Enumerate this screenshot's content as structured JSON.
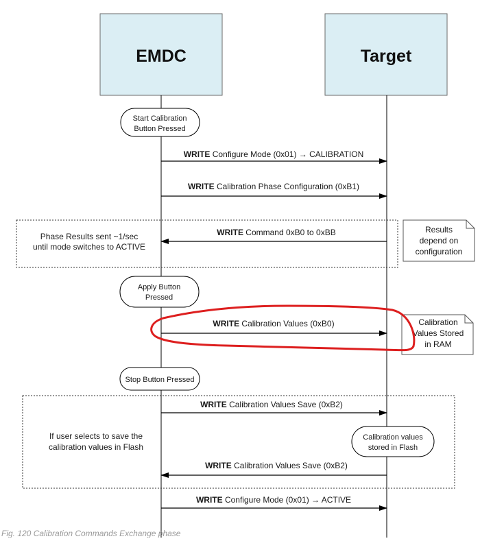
{
  "participants": [
    {
      "id": "emdc",
      "label": "EMDC"
    },
    {
      "id": "target",
      "label": "Target"
    }
  ],
  "messages": [
    {
      "keyword": "WRITE",
      "text": " Configure Mode (0x01) → CALIBRATION",
      "direction": "right"
    },
    {
      "keyword": "WRITE",
      "text": " Calibration Phase Configuration  (0xB1)",
      "direction": "right"
    },
    {
      "keyword": "WRITE",
      "text": " Command 0xB0 to 0xBB",
      "direction": "left"
    },
    {
      "keyword": "WRITE",
      "text": " Calibration Values (0xB0)",
      "direction": "right"
    },
    {
      "keyword": "WRITE",
      "text": " Calibration Values Save (0xB2)",
      "direction": "right"
    },
    {
      "keyword": "WRITE",
      "text": " Calibration Values Save (0xB2)",
      "direction": "left"
    },
    {
      "keyword": "WRITE",
      "text": " Configure Mode (0x01) → ACTIVE",
      "direction": "right"
    }
  ],
  "events": [
    {
      "lines": [
        "Start Calibration",
        "Button Pressed"
      ]
    },
    {
      "lines": [
        "Apply Button",
        "Pressed"
      ]
    },
    {
      "lines": [
        "Stop Button Pressed"
      ]
    },
    {
      "lines": [
        "Calibration values",
        "stored in Flash"
      ]
    }
  ],
  "notes": [
    {
      "lines": [
        "Results",
        "depend on",
        "configuration"
      ]
    },
    {
      "lines": [
        "Calibration",
        "Values Stored",
        "in RAM"
      ]
    }
  ],
  "regions": [
    {
      "lines": [
        "Phase Results sent ~1/sec",
        "until mode switches to ACTIVE"
      ]
    },
    {
      "lines": [
        "If user selects to save the",
        "calibration values in Flash"
      ]
    }
  ],
  "highlight_color": "#dd1f1f",
  "participant_fill": "#dbeef4",
  "caption": "Fig. 120 Calibration Commands Exchange phase"
}
